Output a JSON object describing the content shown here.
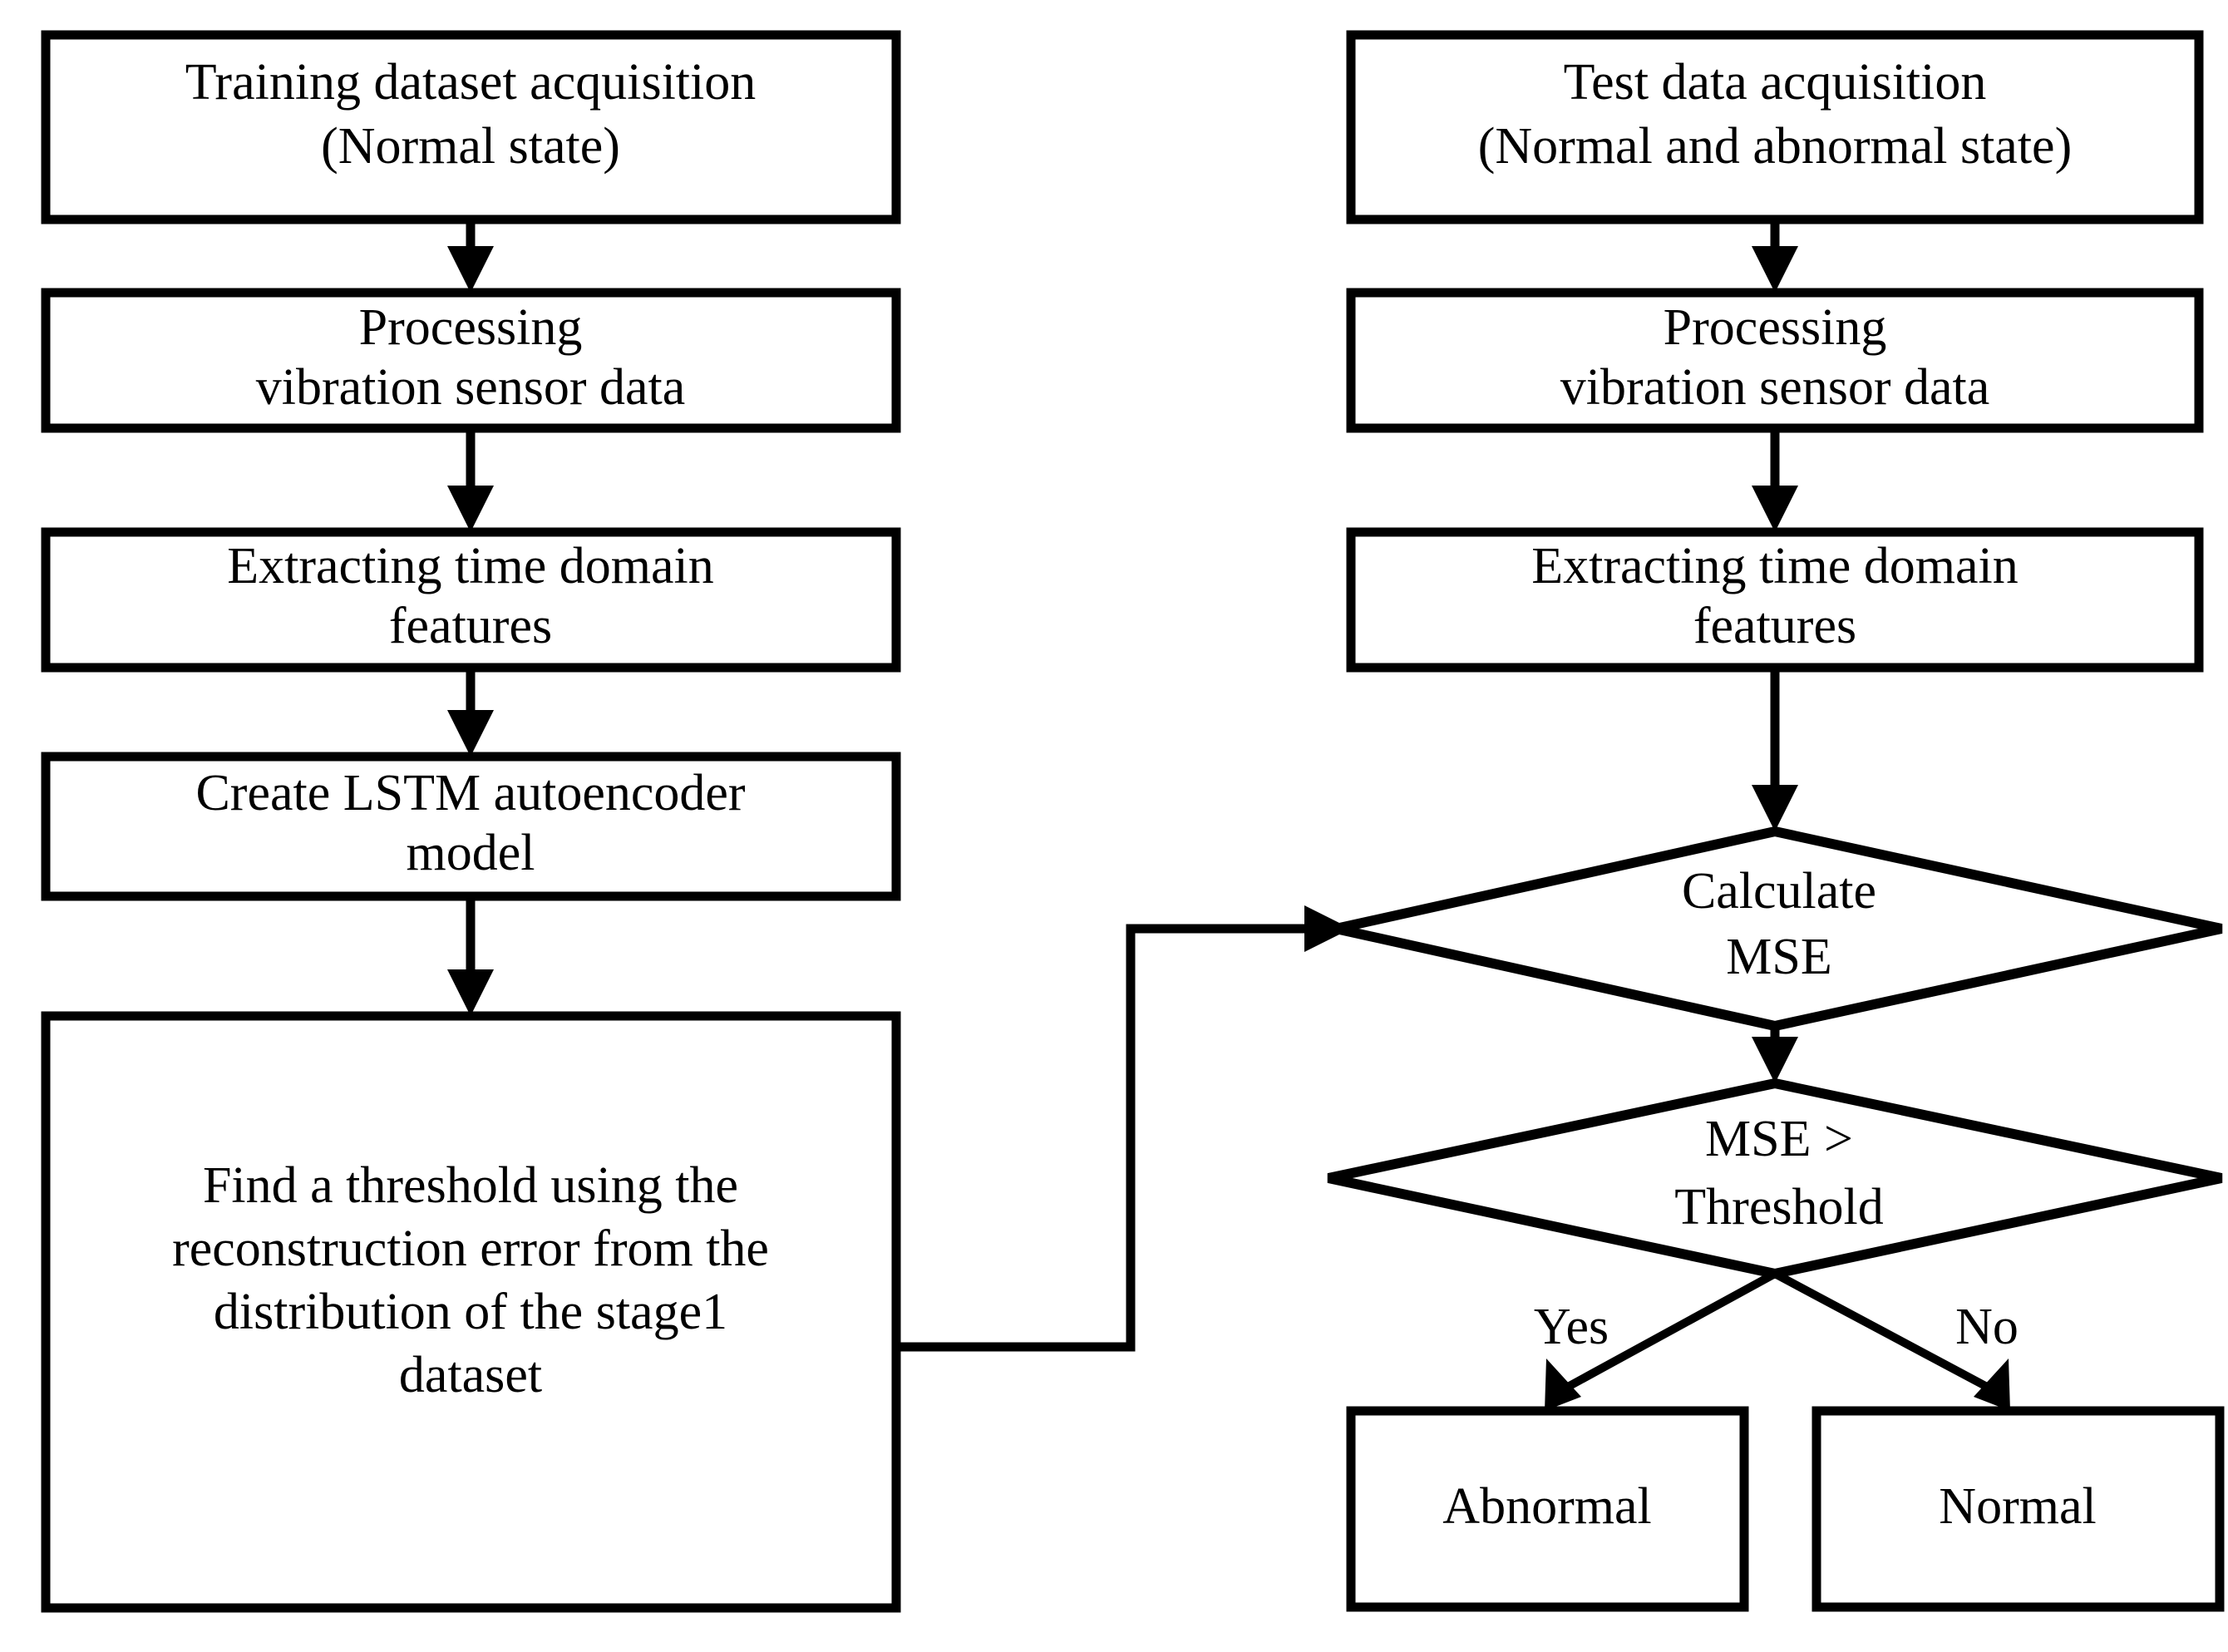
{
  "diagram": {
    "title": "LSTM autoencoder anomaly detection flowchart",
    "background_color": "#ffffff",
    "stroke_color": "#000000",
    "fill_color": "#ffffff"
  },
  "left_column": {
    "name": "training-stage",
    "nodes": [
      {
        "id": "training-dataset-acquisition",
        "shape": "rect",
        "lines": [
          "Training dataset acquisition",
          "(Normal state)"
        ]
      },
      {
        "id": "processing-vibration-sensor-data-train",
        "shape": "rect",
        "lines": [
          "Processing",
          "vibration sensor data"
        ]
      },
      {
        "id": "extracting-time-domain-features-train",
        "shape": "rect",
        "lines": [
          "Extracting time domain",
          "features"
        ]
      },
      {
        "id": "create-lstm-autoencoder-model",
        "shape": "rect",
        "lines": [
          "Create LSTM autoencoder",
          "model"
        ]
      },
      {
        "id": "find-threshold",
        "shape": "rect",
        "lines": [
          "Find a threshold using the",
          "reconstruction error from the",
          "distribution of the stage1",
          "dataset"
        ]
      }
    ]
  },
  "right_column": {
    "name": "testing-stage",
    "nodes": [
      {
        "id": "test-data-acquisition",
        "shape": "rect",
        "lines": [
          "Test data acquisition",
          "(Normal and abnormal state)"
        ]
      },
      {
        "id": "processing-vibration-sensor-data-test",
        "shape": "rect",
        "lines": [
          "Processing",
          "vibration sensor data"
        ]
      },
      {
        "id": "extracting-time-domain-features-test",
        "shape": "rect",
        "lines": [
          "Extracting time domain",
          "features"
        ]
      },
      {
        "id": "calculate-mse",
        "shape": "diamond",
        "lines": [
          "Calculate",
          "MSE"
        ]
      },
      {
        "id": "mse-greater-than-threshold",
        "shape": "diamond",
        "lines": [
          "MSE  >",
          "Threshold"
        ]
      },
      {
        "id": "abnormal-result",
        "shape": "rect",
        "lines": [
          "Abnormal"
        ]
      },
      {
        "id": "normal-result",
        "shape": "rect",
        "lines": [
          "Normal"
        ]
      }
    ]
  },
  "edge_labels": {
    "yes": "Yes",
    "no": "No"
  }
}
